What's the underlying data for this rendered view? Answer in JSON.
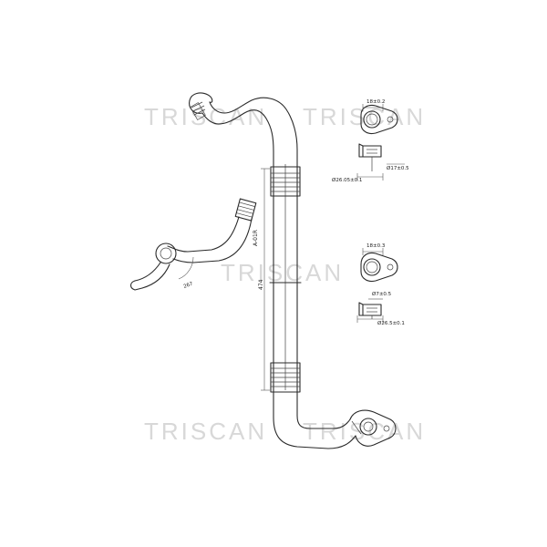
{
  "watermark": {
    "text": "TRISCAN"
  },
  "dimensions": {
    "length": "474",
    "length_vertical": "A-01R",
    "angle": "267",
    "flange_top_width": "18±0.2",
    "flange_top_bore": "Ø17±0.5",
    "flange_top_outer": "Ø26.05±0.1",
    "flange_bottom_width": "18±0.3",
    "flange_bottom_bore": "Ø7±0.5",
    "flange_bottom_outer": "Ø26.5±0.1"
  }
}
